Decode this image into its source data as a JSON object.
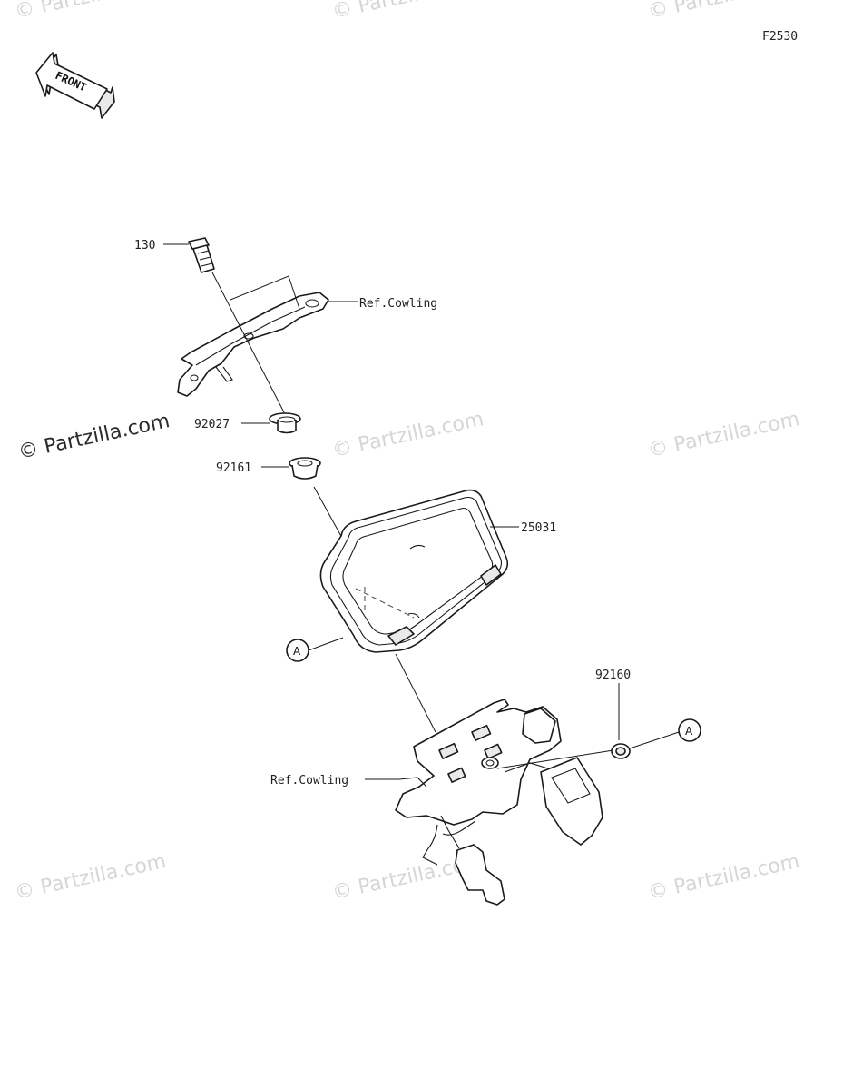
{
  "figure_code": "F2530",
  "front_arrow_label": "FRONT",
  "watermark_text": "© Partzilla.com",
  "watermark_emphasis_text": "© Partzilla.com",
  "callouts": {
    "bolt": "130",
    "collar": "92027",
    "grommet": "92161",
    "meter": "25031",
    "nut": "92160",
    "ref_cowling_top": "Ref.Cowling",
    "ref_cowling_bottom": "Ref.Cowling",
    "marker_left": "A",
    "marker_right": "A"
  },
  "colors": {
    "line": "#1a1a1a",
    "watermark": "#d6d6d6",
    "background": "#ffffff"
  }
}
